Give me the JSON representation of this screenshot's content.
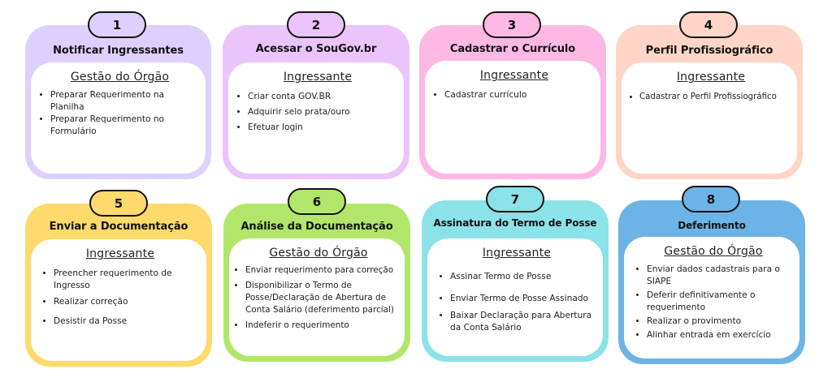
{
  "steps": [
    {
      "number": "1",
      "title": "Notificar Ingressantes",
      "role": "Gestão do Órgão",
      "color": "#DDD0FE",
      "items": [
        "Preparar Requerimento na Planilha",
        "Preparar Requerimento no Formulário"
      ]
    },
    {
      "number": "2",
      "title": "Acessar o SouGov.br",
      "role": "Ingressante",
      "color": "#EBC4FC",
      "items": [
        "Criar conta GOV.BR",
        "Adquirir selo prata/ouro",
        "Efetuar login"
      ]
    },
    {
      "number": "3",
      "title": "Cadastrar o Currículo",
      "role": "Ingressante",
      "color": "#FDB8E4",
      "items": [
        "Cadastrar currículo"
      ]
    },
    {
      "number": "4",
      "title": "Perfil Profissiográfico",
      "role": "Ingressante",
      "color": "#FED5C6",
      "items": [
        "Cadastrar o  Perfil Profissiográfico"
      ]
    },
    {
      "number": "5",
      "title": "Enviar a Documentação",
      "role": "Ingressante",
      "color": "#FED96B",
      "items": [
        "Preencher requerimento de Ingresso",
        "Realizar correção",
        "Desistir da Posse"
      ]
    },
    {
      "number": "6",
      "title": "Análise da Documentação",
      "role": "Gestão do Órgão",
      "color": "#B2E66A",
      "items": [
        "Enviar requerimento para correção",
        "Disponibilizar o Termo de Posse/Declaração de Abertura de Conta Salário (deferimento parcial)",
        "Indeferir o requerimento"
      ]
    },
    {
      "number": "7",
      "title": "Assinatura do Termo de Posse",
      "role": "Ingressante",
      "color": "#8BE2E8",
      "items": [
        "Assinar Termo de Posse",
        "Enviar Termo de Posse Assinado",
        "Baixar Declaração para Abertura da Conta Salário"
      ]
    },
    {
      "number": "8",
      "title": "Deferimento",
      "role": "Gestão do Órgão",
      "color": "#6CB4E6",
      "items": [
        "Enviar dados cadastrais para o SIAPE",
        "Deferir definitivamente o requerimento",
        "Realizar o provimento",
        "Alinhar entrada em exercício"
      ]
    }
  ]
}
